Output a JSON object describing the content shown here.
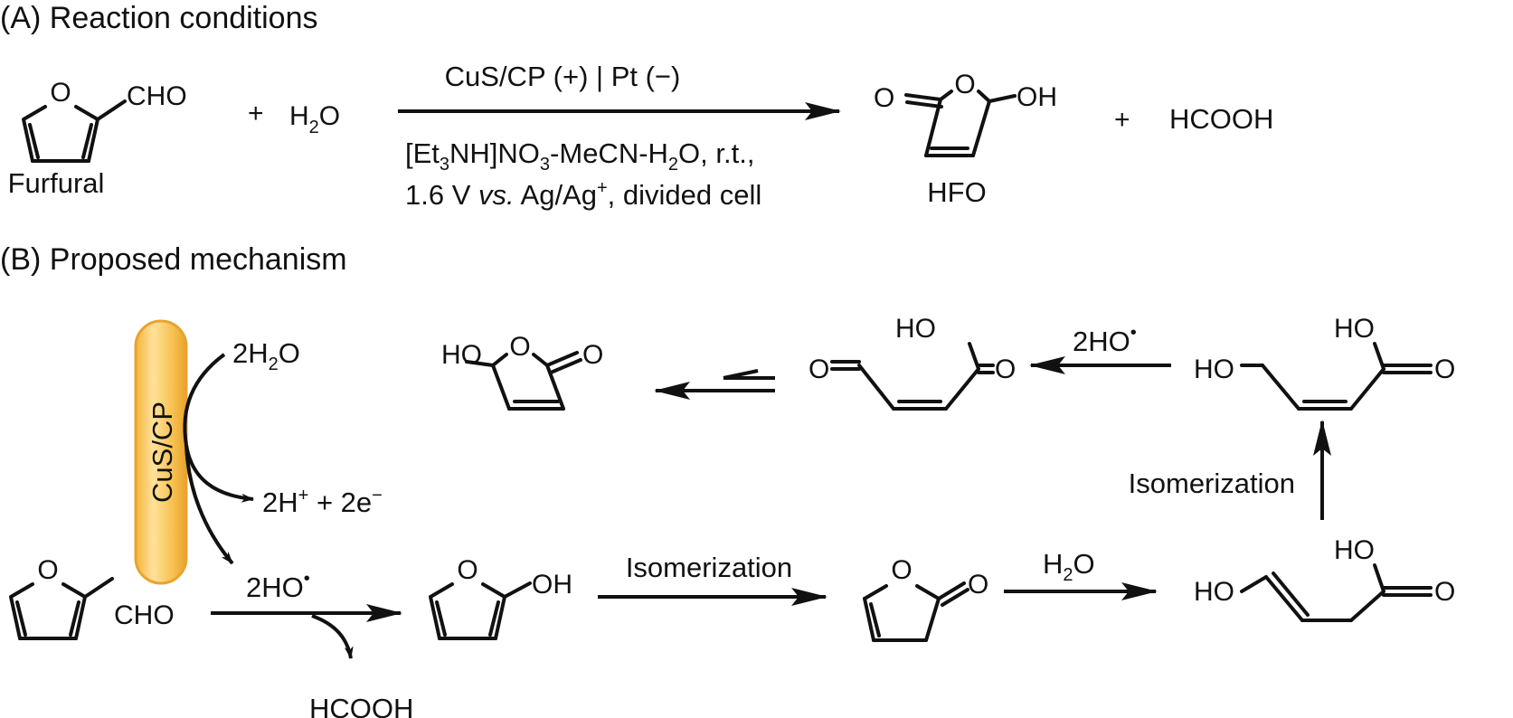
{
  "section_a": {
    "title": "(A) Reaction conditions",
    "furfural": {
      "cho": "CHO",
      "o": "O",
      "name": "Furfural"
    },
    "plus_1": "+",
    "water": {
      "h": "H",
      "sub": "2",
      "o": "O"
    },
    "arrow_top": "CuS/CP (+) | Pt (−)",
    "cond_line1": {
      "a": "[Et",
      "a_sub": "3",
      "b": "NH]NO",
      "b_sub": "3",
      "c": "-MeCN-H",
      "c_sub": "2",
      "d": "O, r.t.,"
    },
    "cond_line2": {
      "a": "1.6 V ",
      "vs": "vs.",
      "b": " Ag/Ag",
      "sup": "+",
      "c": ", divided cell"
    },
    "hfo": {
      "o_carbonyl": "O",
      "o_ring": "O",
      "oh": "OH",
      "name": "HFO"
    },
    "plus_2": "+",
    "formic": "HCOOH"
  },
  "section_b": {
    "title": "(B) Proposed mechanism",
    "electrode": "CuS/CP",
    "water_in": {
      "a": "2H",
      "sub": "2",
      "b": "O"
    },
    "protons_out": {
      "a": "2H",
      "sup1": "+",
      "b": " + 2e",
      "sup2": "−"
    },
    "radical_1": {
      "text": "2HO",
      "dot": "•"
    },
    "radical_2": {
      "text": "2HO",
      "dot": "•"
    },
    "formic_out": "HCOOH",
    "isomerization_1": "Isomerization",
    "isomerization_2": "Isomerization",
    "water_step": {
      "a": "H",
      "sub": "2",
      "b": "O"
    },
    "furfural_b": {
      "o": "O",
      "cho": "CHO"
    },
    "hydroxyfuran": {
      "o": "O",
      "oh": "OH"
    },
    "furanone": {
      "o_ring": "O",
      "o_carbonyl": "O"
    },
    "acid_trans": {
      "ho": "HO",
      "ho_acid": "HO",
      "o": "O"
    },
    "acid_cis": {
      "ho": "HO",
      "ho_acid": "HO",
      "o": "O"
    },
    "aldehyde_acid": {
      "o_ald": "O",
      "ho_acid": "HO",
      "o": "O"
    },
    "hfo_product": {
      "ho": "HO",
      "o_ring": "O",
      "o_carbonyl": "O"
    }
  }
}
